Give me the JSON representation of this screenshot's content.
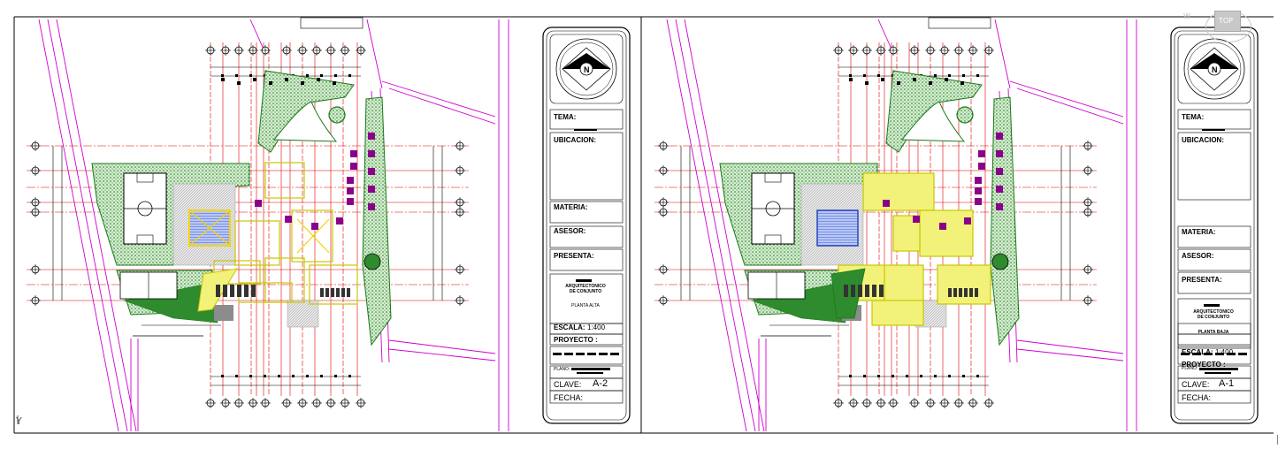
{
  "sheets": [
    {
      "tema_label": "TEMA:",
      "ubicacion_label": "UBICACION:",
      "materia_label": "MATERIA:",
      "asesor_label": "ASESOR:",
      "presenta_label": "PRESENTA:",
      "project_title_line1": "ARQUITECTONICO",
      "project_title_line2": "DE CONJUNTO",
      "plan_name": "PLANTA ALTA",
      "escala_label": "ESCALA:",
      "escala_value": "1:400",
      "proyecto_label": "PROYECTO :",
      "plano_label": "PLANO:",
      "clave_label": "CLAVE:",
      "sheet_number": "A-2",
      "fecha_label": "FECHA:"
    },
    {
      "tema_label": "TEMA:",
      "ubicacion_label": "UBICACION:",
      "materia_label": "MATERIA:",
      "asesor_label": "ASESOR:",
      "presenta_label": "PRESENTA:",
      "project_title_line1": "ARQUITECTONICO",
      "project_title_line2": "DE CONJUNTO",
      "plan_name": "PLANTA BAJA",
      "escala_label": "ESCALA:",
      "escala_value": "1:400",
      "proyecto_label": "PROYECTO :",
      "plano_label": "PLANO:",
      "clave_label": "CLAVE:",
      "sheet_number": "A-1",
      "fecha_label": "FECHA:"
    }
  ],
  "north_arrow_letter": "N",
  "viewcube_label": "TOP",
  "ucs_axis_label": "Y",
  "colors": {
    "background": "#ffffff",
    "grid_line": "#e00000",
    "street_line": "#d000d0",
    "vegetation": "#1a7a1a",
    "vegetation_dots": "#4caf50",
    "building_fill": "#f2f27a",
    "building_line": "#c8c800",
    "furniture": "#8a008a",
    "hatch_gray": "#bdbdbd",
    "linework": "#000000"
  }
}
